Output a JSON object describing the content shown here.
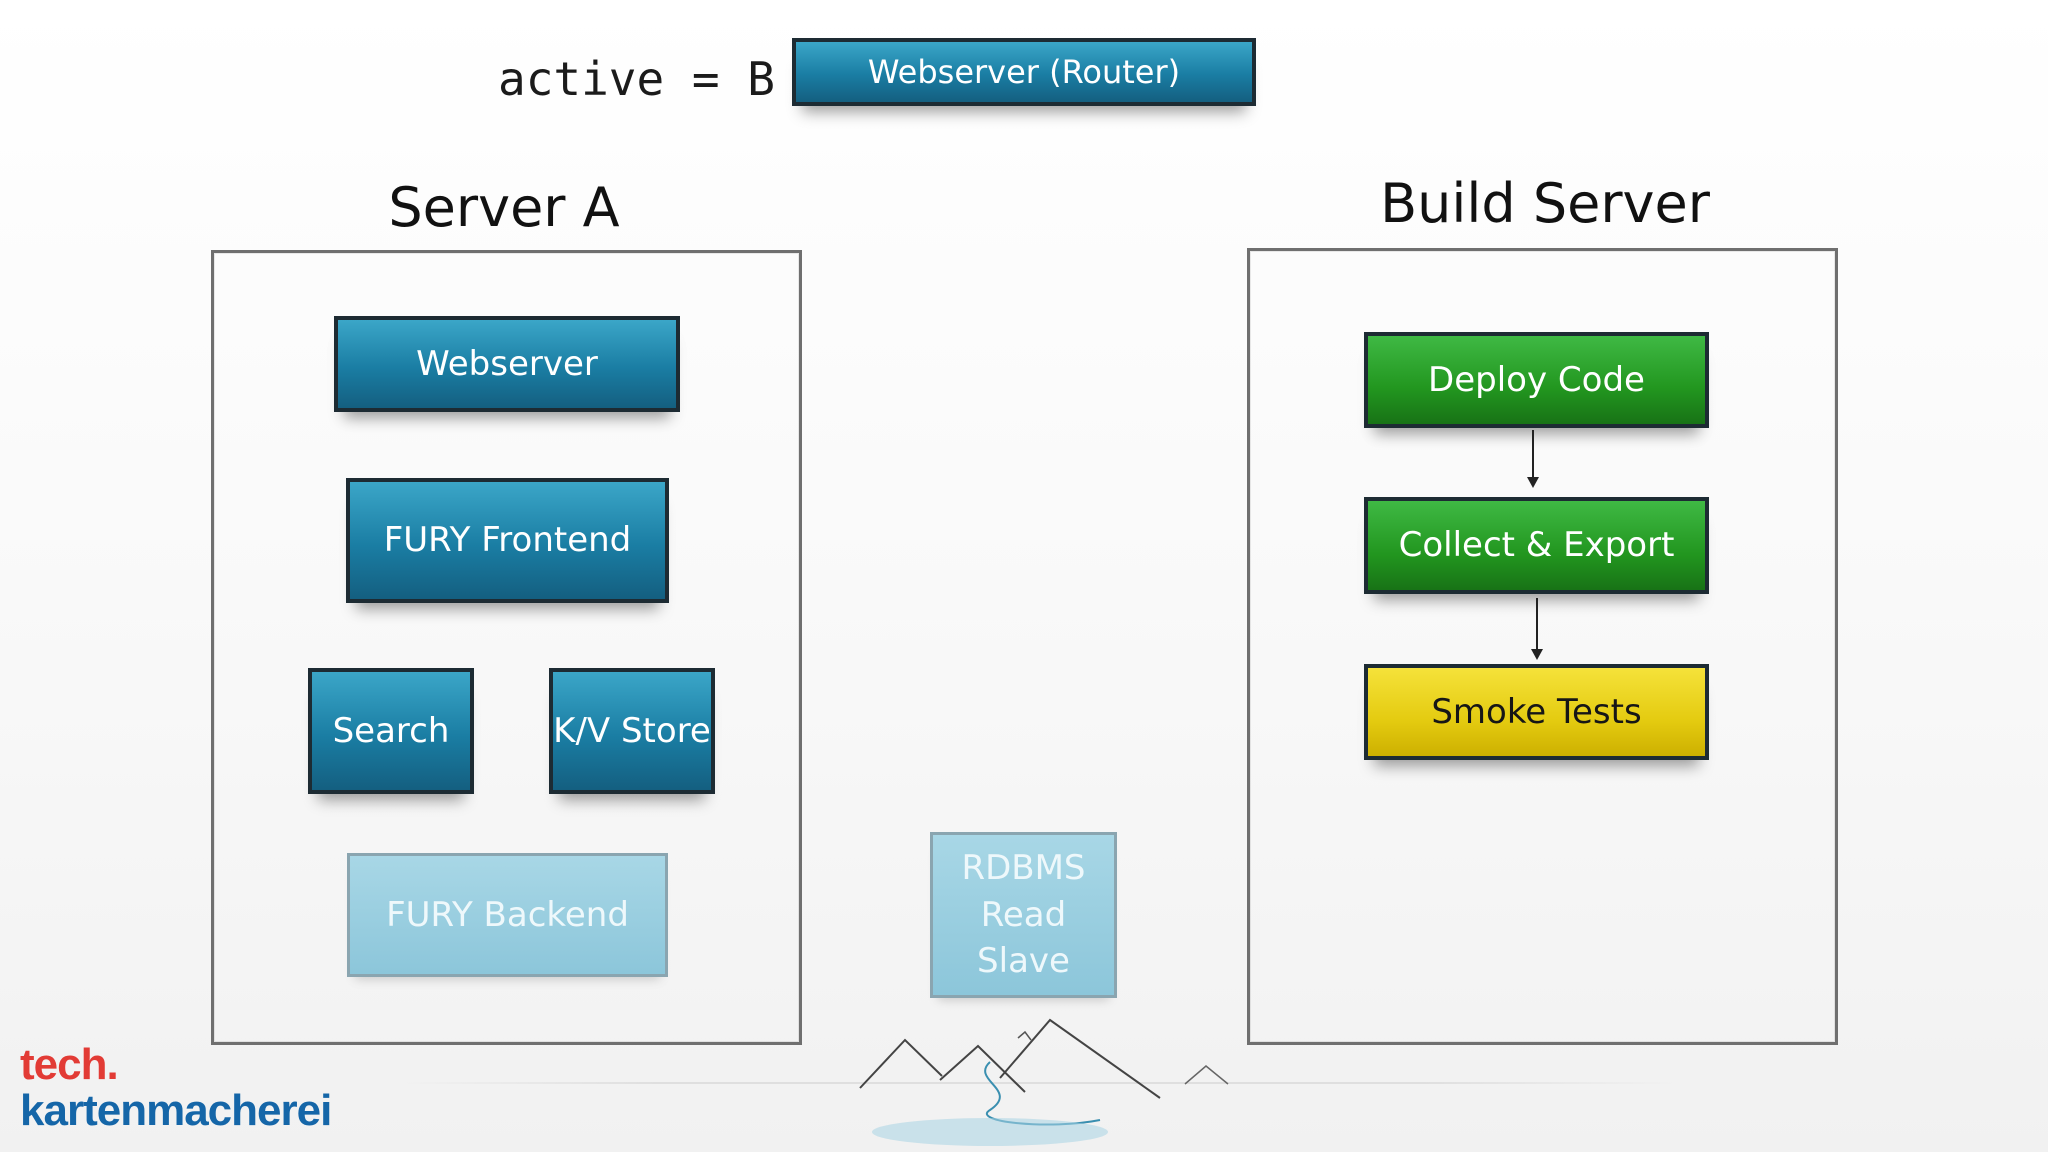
{
  "header": {
    "active_label": "active = B",
    "router_label": "Webserver (Router)"
  },
  "server_a": {
    "title": "Server A",
    "webserver": "Webserver",
    "fury_frontend": "FURY Frontend",
    "search": "Search",
    "kv_store": "K/V Store",
    "fury_backend": "FURY Backend"
  },
  "shared": {
    "rdbms_line1": "RDBMS",
    "rdbms_line2": "Read",
    "rdbms_line3": "Slave"
  },
  "build_server": {
    "title": "Build Server",
    "steps": [
      "Deploy Code",
      "Collect & Export",
      "Smoke Tests"
    ]
  },
  "logo": {
    "line1": "tech.",
    "line2": "kartenmacherei"
  },
  "colors": {
    "service_blue": "#1a7da3",
    "deploy_green": "#22961f",
    "smoke_yellow": "#e4cb10",
    "logo_red": "#e23b35",
    "logo_blue": "#1566a8"
  }
}
